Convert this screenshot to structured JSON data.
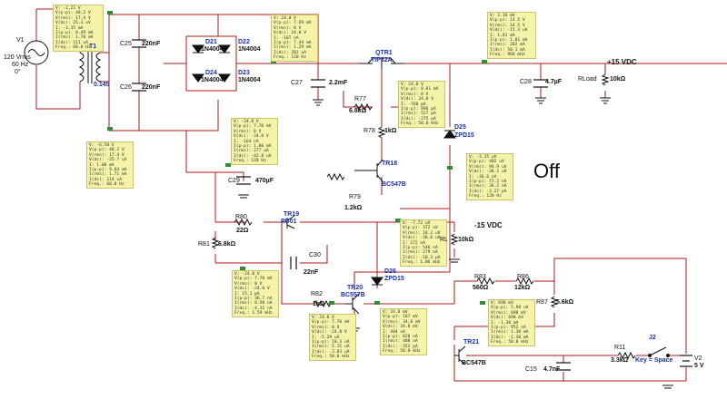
{
  "status_text": "Off",
  "rails": {
    "pos": "+15 VDC",
    "neg": "-15 VDC"
  },
  "source": {
    "name": "V1",
    "v": "120 Vrms",
    "f": "60 Hz",
    "ph": "0°"
  },
  "transformer": {
    "name": "T1",
    "ratio": "0.145"
  },
  "battery": {
    "name": "V2",
    "v": "5 V"
  },
  "switch": {
    "name": "J2",
    "key": "Key = Space"
  },
  "components": {
    "c25": "C25",
    "c25v": "220nF",
    "c26": "C26",
    "c26v": "220nF",
    "d21": "D21",
    "d21v": "1N4004",
    "d22": "D22",
    "d22v": "1N4004",
    "d23": "D23",
    "d23v": "1N4004",
    "d24": "D24",
    "d24v": "1N4004",
    "c27": "C27",
    "c27v": "2.2mF",
    "c28": "C28",
    "c28v": "4.7µF",
    "c29": "C29",
    "c29v": "470µF",
    "c30": "C30",
    "c30v": "22nF",
    "c15": "C15",
    "c15v": "4.7nF",
    "qtr1": "QTR1",
    "qtr1v": "TIP32A",
    "tr18": "TR18",
    "tr18v": "BC547B",
    "tr19": "TR19",
    "tr19v": "PU01",
    "tr20": "TR20",
    "tr20v": "BC557B",
    "tr21": "TR21",
    "tr21v": "BC547B",
    "d25": "D25",
    "d25v": "ZPD15",
    "d26": "D26",
    "d26v": "ZPD15",
    "r77": "R77",
    "r77v": "6.8kΩ",
    "r78": "R78",
    "r78v": "1kΩ",
    "r79": "R79",
    "r79v": "1.2kΩ",
    "r80": "R80",
    "r80v": "22Ω",
    "r81": "R81",
    "r81v": "6.8kΩ",
    "r82": "R82",
    "r82v": "1kΩ",
    "r83": "R83",
    "r83v": "560Ω",
    "r86": "R86",
    "r86v": "12kΩ",
    "r87": "R87",
    "r87v": "5.6kΩ",
    "r11": "R11",
    "r11v": "3.3kΩ",
    "rl": "RL",
    "rlv": "10kΩ",
    "rload": "RLoad",
    "rloadv": "10kΩ"
  },
  "probes": [
    [
      "V: -2.21 V",
      "V(p-p): 48.2 V",
      "V(rms): 17.4 V",
      "V(dc): 25.3 uV",
      "I: -3.35 mA",
      "I(p-p): 8.49 mA",
      "I(rms): 1.70 mA",
      "I(dc): 111 uA",
      "Freq.: 60.0 Hz"
    ],
    [
      "V: -6.58 V",
      "V(p-p): 48.2 V",
      "V(rms): 17.4 V",
      "V(dc): -25.7 uV",
      "I: 1.08 mA",
      "I(p-p): 9.64 mA",
      "I(rms): 1.71 mA",
      "I(dc): 114 uA",
      "Freq.: 60.0 Hz"
    ],
    [
      "V: 24.0 V",
      "V(p-p): 7.69 mV",
      "V(rms): 0 V",
      "V(dc): 24.0 V",
      "I: -107 nA",
      "I(p-p): 7.44 mA",
      "I(rms): 1.29 mA",
      "I(dc): 282 uA",
      "Freq.: 120 Hz"
    ],
    [
      "V: 24.0 V",
      "V(p-p): 8.81 mV",
      "V(rms): 0 V",
      "V(dc): 24.0 V",
      "I: -760 pA",
      "I(p-p): 896 pA",
      "I(rms): 527 pA",
      "I(dc): -275 pA",
      "Freq.: 50.0 kHz"
    ],
    [
      "V: -24.0 V",
      "V(p-p): 7.70 mV",
      "V(rms): 0 V",
      "V(dc): -24.0 V",
      "I: -164 nA",
      "I(p-p): 1.60 mA",
      "I(rms): 277 uA",
      "I(dc): -42.8 uA",
      "Freq.: 120 Hz"
    ],
    [
      "V: 2.16 mV",
      "V(p-p): 14.5 V",
      "V(rms): 14.5 V",
      "V(dc): -15.3 uA",
      "I: 1.81 mA",
      "I(p-p): 1.81 mA",
      "I(rms): 282 mA",
      "I(dc): 50.1 mA",
      "Freq.: 968 mHz"
    ],
    [
      "V: -3.15 uV",
      "V(p-p): 402 uV",
      "V(rms): 96.9 uV",
      "V(dc): -36.1 uV",
      "I: -36.6 nA",
      "I(p-p): 72.2 nA",
      "I(rms): 36.2 nA",
      "I(dc): -3.27 pA",
      "Freq.: 120 Hz"
    ],
    [
      "V: -7.72 uV",
      "V(p-p): 372 uV",
      "V(rms): 18.2 uV",
      "V(dc): -36.6 uV",
      "I: 272 nA",
      "I(p-p): 546 nA",
      "I(rms): 279 nA",
      "I(dc): -10.3 pA",
      "Freq.: 1.06 kHz"
    ],
    [
      "V: -24.0 V",
      "V(p-p): 7.70 mV",
      "V(rms): 0 V",
      "V(dc): -24.0 V",
      "I: 15.1 pA",
      "I(p-p): 36.7 nA",
      "I(rms): 8.50 nA",
      "I(dc): -4.31 nA",
      "Freq.: 1.59 kHz"
    ],
    [
      "V: 24.0 V",
      "V(p-p): 7.70 mV",
      "V(rms): 0 V",
      "V(dc): -24.0 V",
      "I: -5.29 uA",
      "I(p-p): 10.3 uA",
      "I(rms): 5.15 uA",
      "I(dc): -2.83 uA",
      "Freq.: 50.0 kHz"
    ],
    [
      "V: 34.8 mV",
      "V(p-p): 107 mV",
      "V(rms): 34.8 mV",
      "V(dc): 34.8 mV",
      "I: 404 nA",
      "I(p-p): 828 nA",
      "I(rms): 408 nA",
      "I(dc): -352 pA",
      "Freq.: 50.0 kHz"
    ],
    [
      "V: 698 mV",
      "V(p-p): 5.98 uV",
      "V(rms): 698 mV",
      "V(dc): 698 mV",
      "I: -1.30 mA",
      "I(p-p): 952 nA",
      "I(rms): 1.30 mA",
      "I(dc): -1.30 mA",
      "Freq.: 50.0 kHz"
    ]
  ]
}
